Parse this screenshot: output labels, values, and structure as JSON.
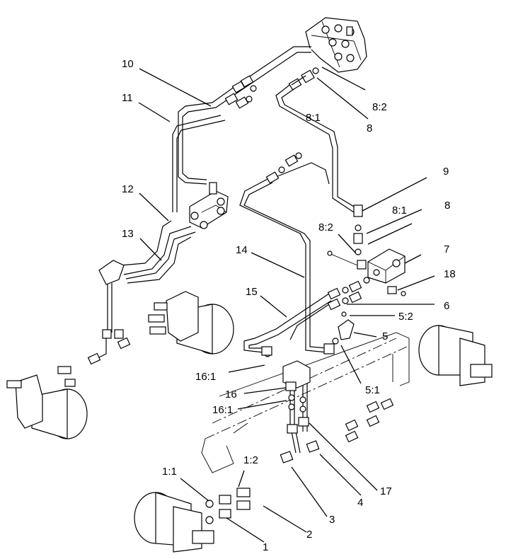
{
  "callouts": [
    {
      "id": "c1",
      "text": "1"
    },
    {
      "id": "c1_1",
      "text": "1:1"
    },
    {
      "id": "c1_2",
      "text": "1:2"
    },
    {
      "id": "c2",
      "text": "2"
    },
    {
      "id": "c3",
      "text": "3"
    },
    {
      "id": "c4",
      "text": "4"
    },
    {
      "id": "c5",
      "text": "5"
    },
    {
      "id": "c5_1",
      "text": "5:1"
    },
    {
      "id": "c5_2",
      "text": "5:2"
    },
    {
      "id": "c6",
      "text": "6"
    },
    {
      "id": "c7",
      "text": "7"
    },
    {
      "id": "c8a",
      "text": "8"
    },
    {
      "id": "c8b",
      "text": "8"
    },
    {
      "id": "c8_1a",
      "text": "8:1"
    },
    {
      "id": "c8_1b",
      "text": "8:1"
    },
    {
      "id": "c8_2a",
      "text": "8:2"
    },
    {
      "id": "c8_2b",
      "text": "8:2"
    },
    {
      "id": "c9",
      "text": "9"
    },
    {
      "id": "c10",
      "text": "10"
    },
    {
      "id": "c11",
      "text": "11"
    },
    {
      "id": "c12",
      "text": "12"
    },
    {
      "id": "c13",
      "text": "13"
    },
    {
      "id": "c14",
      "text": "14"
    },
    {
      "id": "c15",
      "text": "15"
    },
    {
      "id": "c16",
      "text": "16"
    },
    {
      "id": "c16_1a",
      "text": "16:1"
    },
    {
      "id": "c16_1b",
      "text": "16:1"
    },
    {
      "id": "c17",
      "text": "17"
    },
    {
      "id": "c18",
      "text": "18"
    }
  ]
}
